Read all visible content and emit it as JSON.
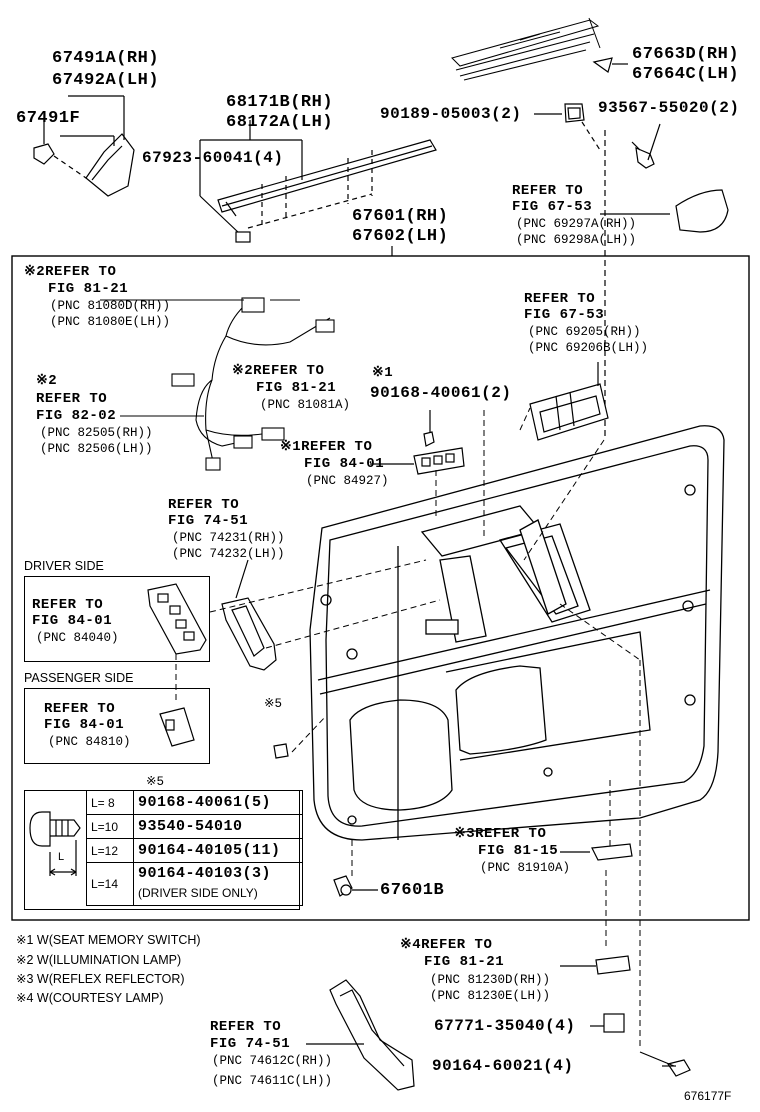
{
  "parts": {
    "p67491a": "67491A(RH)",
    "p67492a": "67492A(LH)",
    "p67491f": "67491F",
    "p68171b": "68171B(RH)",
    "p68172a": "68172A(LH)",
    "p67923": "67923-60041(4)",
    "p90189": "90189-05003(2)",
    "p93567": "93567-55020(2)",
    "p67663d": "67663D(RH)",
    "p67664c": "67664C(LH)",
    "p67601": "67601(RH)",
    "p67602": "67602(LH)",
    "p90168_top": "90168-40061(2)",
    "p67601b": "67601B",
    "p67771": "67771-35040(4)",
    "p90164_bottom": "90164-60021(4)",
    "diagram_id": "676177F"
  },
  "refs": {
    "fig6753_a": {
      "title": "REFER TO",
      "fig": "FIG 67-53",
      "pnc1": "(PNC 69297A(RH))",
      "pnc2": "(PNC 69298A(LH))"
    },
    "fig8121_a": {
      "mark": "※2",
      "title": "REFER TO",
      "fig": "FIG 81-21",
      "pnc1": "(PNC 81080D(RH))",
      "pnc2": "(PNC 81080E(LH))"
    },
    "fig6753_b": {
      "title": "REFER TO",
      "fig": "FIG 67-53",
      "pnc1": "(PNC 69205(RH))",
      "pnc2": "(PNC 69206B(LH))"
    },
    "fig8202": {
      "mark": "※2",
      "title": "REFER TO",
      "fig": "FIG 82-02",
      "pnc1": "(PNC 82505(RH))",
      "pnc2": "(PNC 82506(LH))"
    },
    "fig8121_b": {
      "mark": "※2",
      "title": "REFER TO",
      "fig": "FIG 81-21",
      "pnc1": "(PNC 81081A)"
    },
    "fig8401_a": {
      "mark": "※1",
      "title": "REFER TO",
      "fig": "FIG 84-01",
      "pnc1": "(PNC 84927)"
    },
    "fig7451_a": {
      "title": "REFER TO",
      "fig": "FIG 74-51",
      "pnc1": "(PNC 74231(RH))",
      "pnc2": "(PNC 74232(LH))"
    },
    "fig8401_driver": {
      "title": "REFER TO",
      "fig": "FIG 84-01",
      "pnc1": "(PNC 84040)"
    },
    "fig8401_pass": {
      "title": "REFER TO",
      "fig": "FIG 84-01",
      "pnc1": "(PNC 84810)"
    },
    "fig8115": {
      "mark": "※3",
      "title": "REFER TO",
      "fig": "FIG 81-15",
      "pnc1": "(PNC 81910A)"
    },
    "fig8121_c": {
      "mark": "※4",
      "title": "REFER TO",
      "fig": "FIG 81-21",
      "pnc1": "(PNC 81230D(RH))",
      "pnc2": "(PNC 81230E(LH))"
    },
    "fig7451_b": {
      "title": "REFER TO",
      "fig": "FIG 74-51",
      "pnc1": "(PNC 74612C(RH))",
      "pnc2": "(PNC 74611C(LH))"
    }
  },
  "marks": {
    "m1": "※1",
    "m5a": "※5",
    "m5b": "※5"
  },
  "labels": {
    "driver_side": "DRIVER SIDE",
    "passenger_side": "PASSENGER SIDE",
    "dim_l": "L"
  },
  "screw_table": [
    {
      "len": "L= 8",
      "part": "90168-40061(5)"
    },
    {
      "len": "L=10",
      "part": "93540-54010"
    },
    {
      "len": "L=12",
      "part": "90164-40105(11)"
    },
    {
      "len": "L=14",
      "part": "90164-40103(3)",
      "note": "(DRIVER SIDE ONLY)"
    }
  ],
  "notes": [
    "※1 W(SEAT MEMORY SWITCH)",
    "※2 W(ILLUMINATION LAMP)",
    "※3 W(REFLEX REFLECTOR)",
    "※4 W(COURTESY LAMP)"
  ]
}
